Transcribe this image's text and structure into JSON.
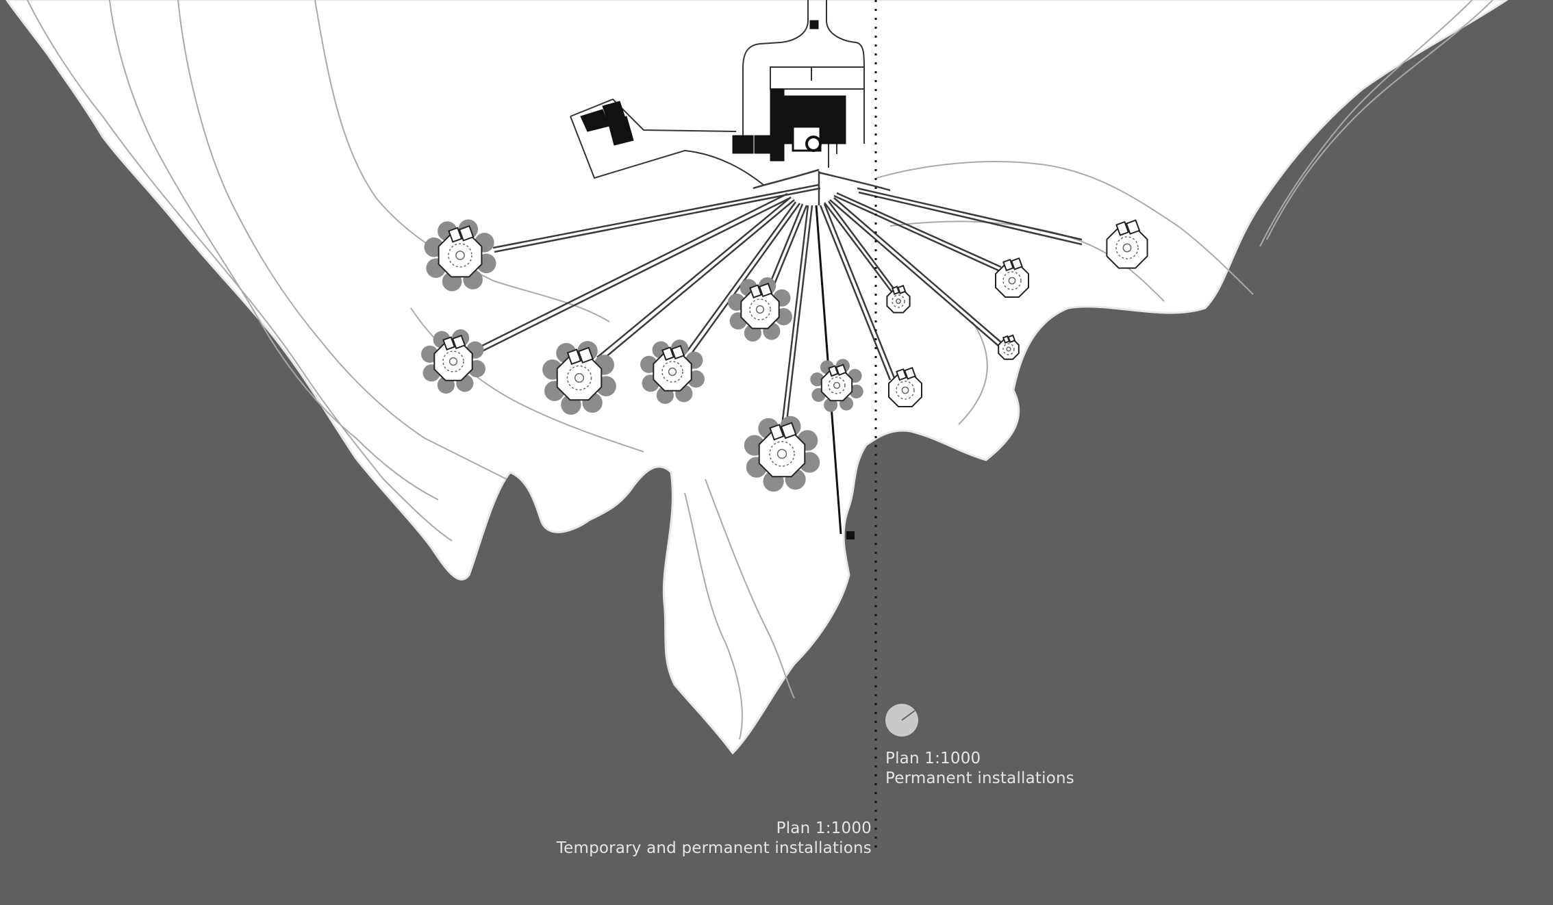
{
  "colors": {
    "sea": "#5f5f5f",
    "land": "#ffffff",
    "contour": "#a9a9a9",
    "path": "#3a3a3a",
    "building": "#111111",
    "vegetation": "#8c8c8c",
    "text": "#e6e6e6"
  },
  "legend": {
    "right": {
      "scale": "Plan 1:1000",
      "caption": "Permanent installations"
    },
    "left": {
      "scale": "Plan 1:1000",
      "caption": "Temporary and permanent installations"
    }
  },
  "icons": {
    "north_arrow": "compass-disc-icon"
  }
}
